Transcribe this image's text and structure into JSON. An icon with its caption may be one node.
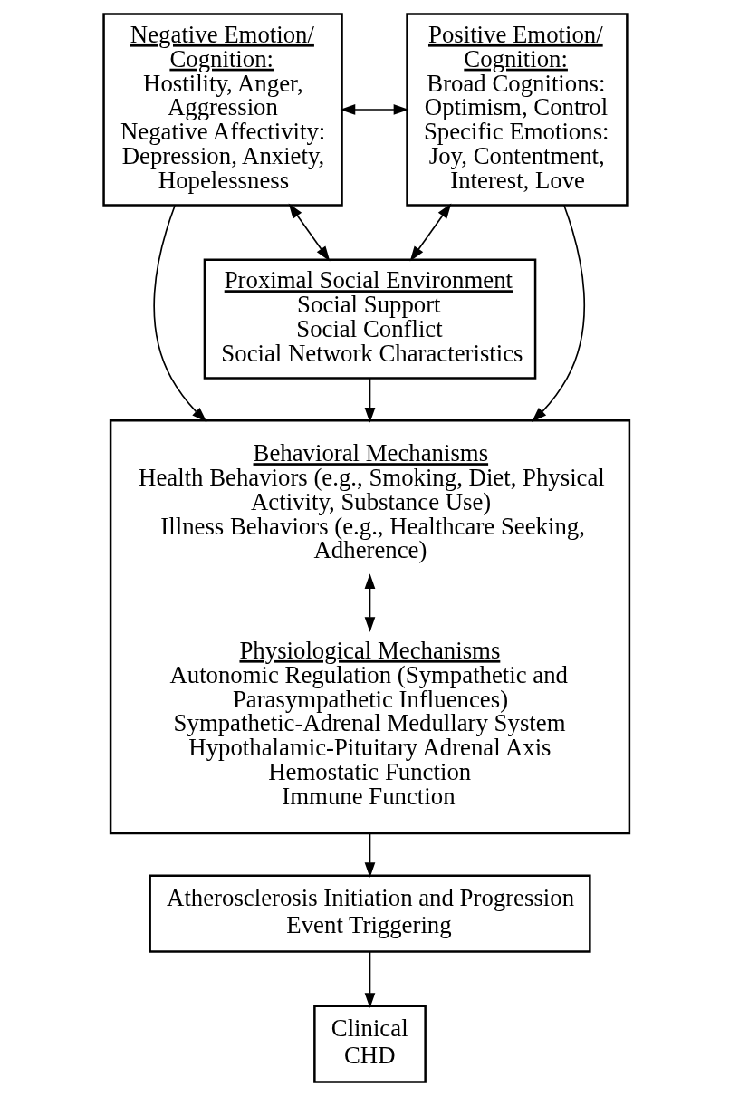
{
  "diagram": {
    "nodes": [
      {
        "text": [
          "Negative Emotion/ Cognition:",
          "Hostility, Anger, Aggression",
          "Negative Affectivity: Depression, Anxiety, Hopelessness"
        ]
      },
      {
        "text": [
          "Positive Emotion/ Cognition:",
          "Broad Cognitions: Optimism, Control",
          "Specific Emotions: Joy, Contentment, Interest, Love"
        ]
      },
      {
        "text": [
          "Proximal Social Environment",
          "Social Support",
          "Social Conflict",
          "Social Network Characteristics"
        ]
      },
      {
        "text": [],
        "shape": "box"
      },
      {
        "text": [
          "Behavioral Mechanisms",
          "Health Behaviors (e.g., Smoking, Diet, Physical Activity, Substance Use)",
          "Illness Behaviors (e.g., Healthcare Seeking, Adherence)"
        ],
        "in": 3
      },
      {
        "text": [
          "Physiological Mechanisms",
          "Autonomic Regulation (Sympathetic and Parasympathetic Influences)",
          "Sympathetic-Adrenal Medullary System",
          "Hypothalamic-Pituitary Adrenal Axis",
          "Hemostatic Function",
          "Immune Function"
        ],
        "in": 3
      },
      {
        "text": [
          "Atherosclerosis Initiation and Progression",
          "Event Triggering"
        ]
      },
      {
        "text": [
          "Clinical CHD"
        ]
      }
    ],
    "edges": [
      {
        "from": 0,
        "to": 1,
        "arrow": "both"
      },
      {
        "from": 0,
        "to": 2,
        "arrow": "both"
      },
      {
        "from": 1,
        "to": 2,
        "arrow": "both"
      },
      {
        "from": 0,
        "to": 3,
        "arrow": "to"
      },
      {
        "from": 2,
        "to": 3,
        "arrow": "to"
      },
      {
        "from": 1,
        "to": 3,
        "arrow": "to"
      },
      {
        "from": 4,
        "to": 5,
        "arrow": "both"
      },
      {
        "from": 3,
        "to": 6,
        "arrow": "to"
      },
      {
        "from": 6,
        "to": 7,
        "arrow": "to"
      }
    ]
  }
}
